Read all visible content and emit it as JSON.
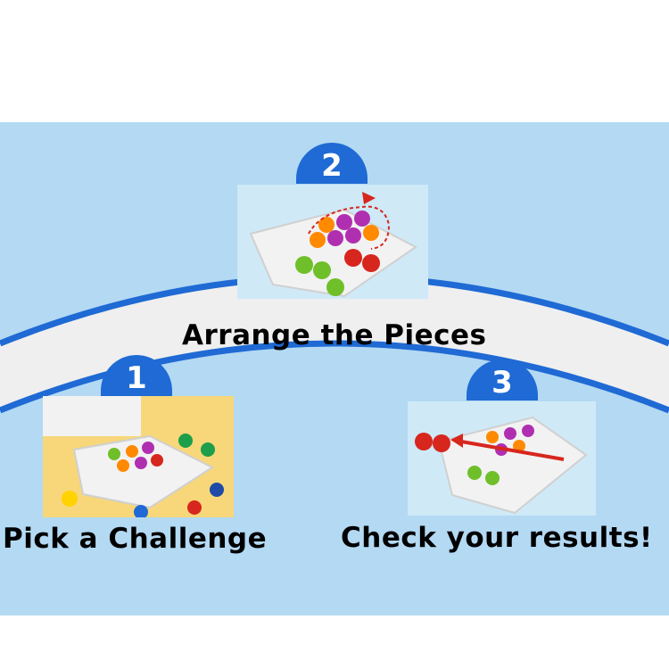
{
  "steps": [
    {
      "number": "1",
      "label": "Pick a Challenge"
    },
    {
      "number": "2",
      "label": "Arrange the Pieces"
    },
    {
      "number": "3",
      "label": "Check your results!"
    }
  ],
  "colors": {
    "panel_background": "#b3d9f3",
    "arc_band": "#efefef",
    "arc_edge": "#1f6ad4",
    "badge": "#1f6ad4",
    "arrow": "#d7261e"
  },
  "icons": [
    "puzzle-board-photo",
    "arrow-icon"
  ]
}
